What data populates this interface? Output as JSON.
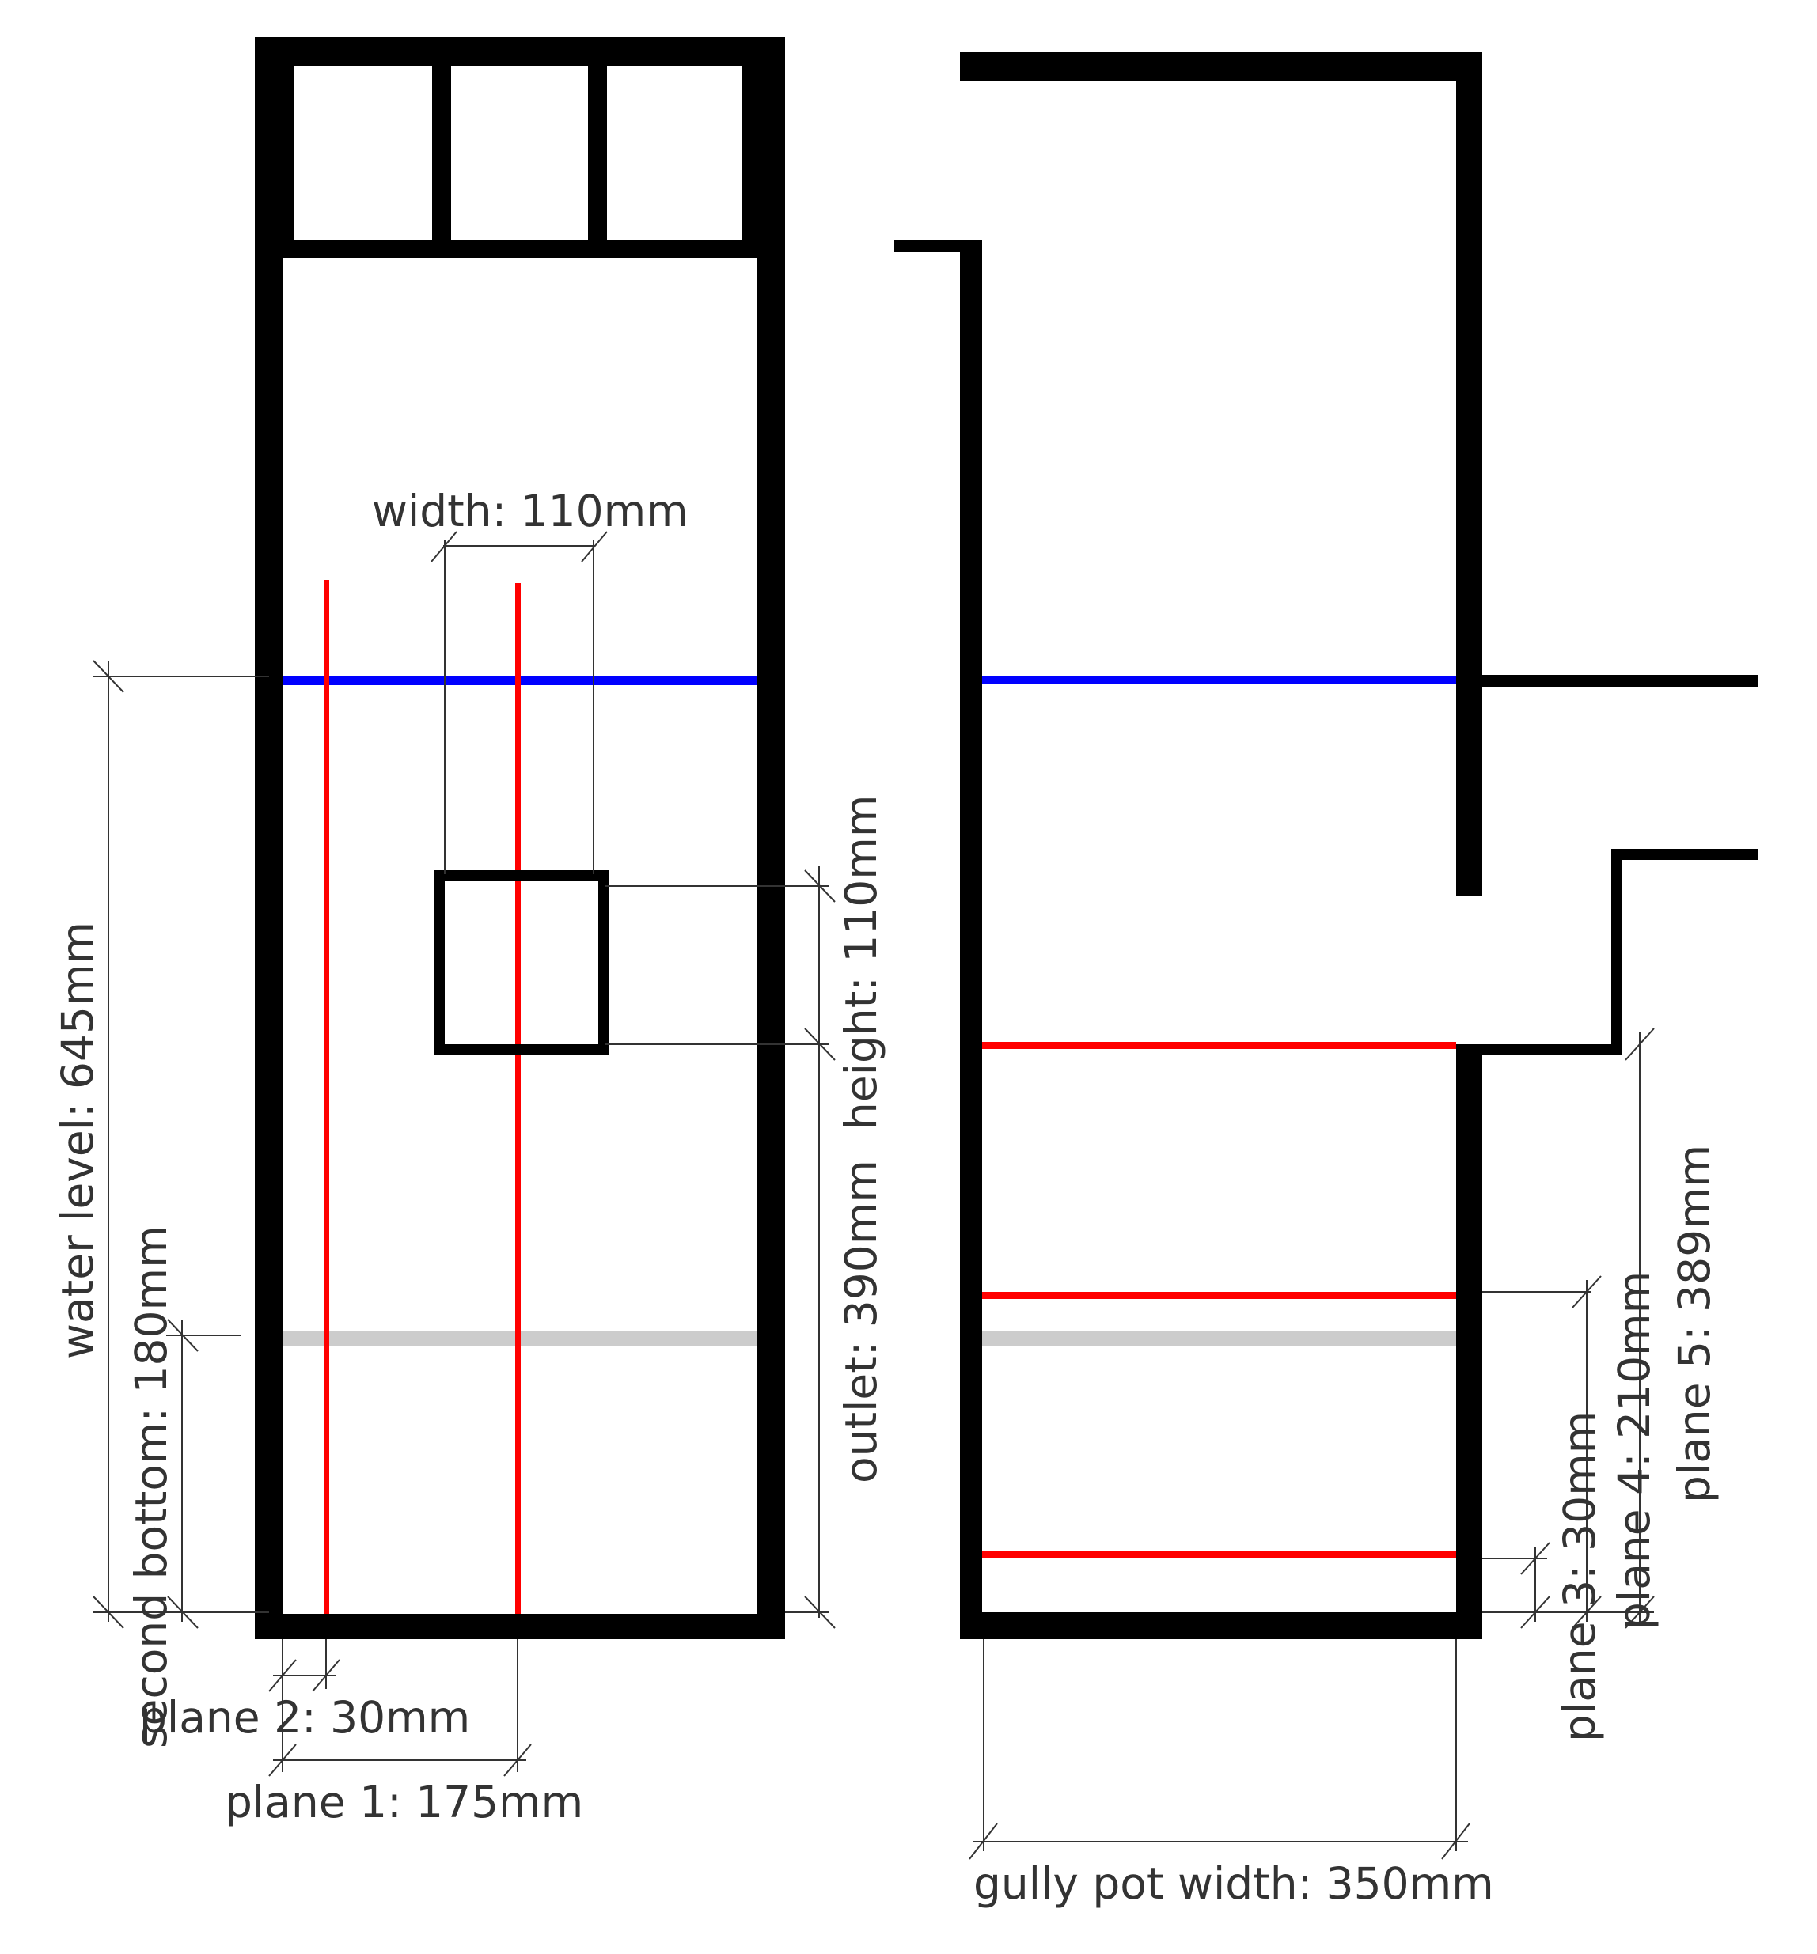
{
  "labels": {
    "width": "width: 110mm",
    "height": "height: 110mm",
    "water_level": "water level: 645mm",
    "second_bottom": "second bottom: 180mm",
    "outlet": "outlet: 390mm",
    "plane1": "plane 1: 175mm",
    "plane2": "plane 2: 30mm",
    "plane3": "plane 3: 30mm",
    "plane4": "plane 4: 210mm",
    "plane5": "plane 5: 389mm",
    "gully_pot_width": "gully pot width: 350mm"
  },
  "colors": {
    "wall": "#000000",
    "water_level": "#0000ff",
    "plane": "#ff0000",
    "second_bottom": "#cccccc",
    "dimension": "#333333"
  }
}
